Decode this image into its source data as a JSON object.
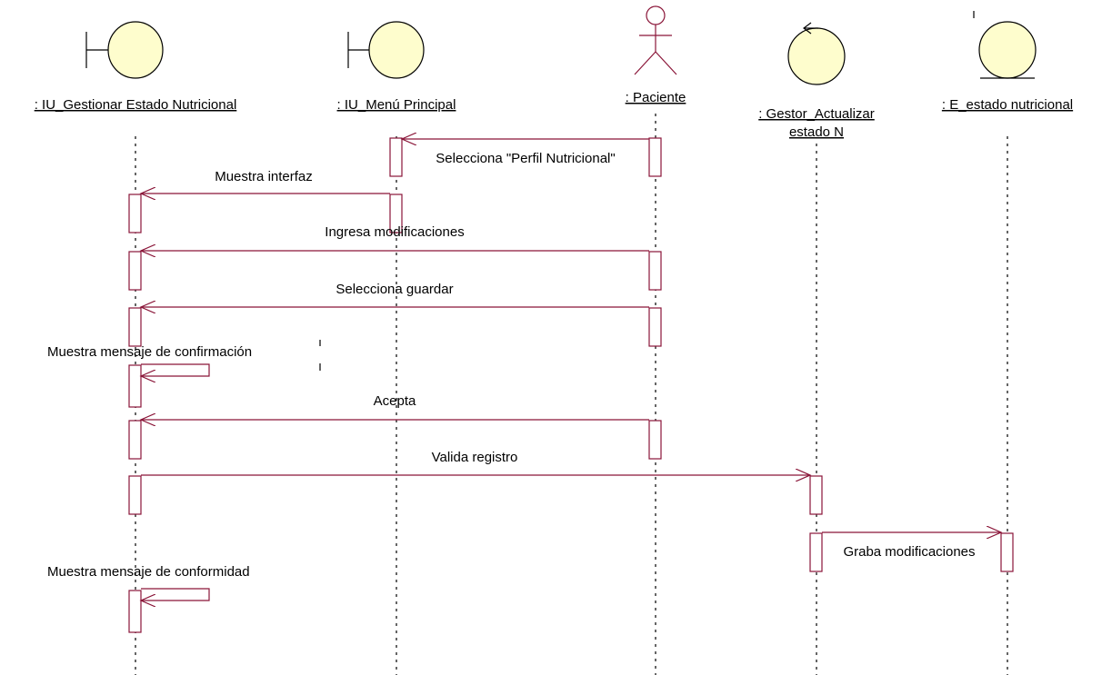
{
  "colors": {
    "object_fill": "#fefdcd",
    "message": "#8a1538",
    "text": "#000000",
    "background": "#ffffff"
  },
  "participants": [
    {
      "kind": "boundary",
      "icon": "boundary-icon",
      "name": ": IU_Gestionar Estado Nutricional"
    },
    {
      "kind": "boundary",
      "icon": "boundary-icon",
      "name": ": IU_Menú Principal"
    },
    {
      "kind": "actor",
      "icon": "actor-icon",
      "name": ": Paciente"
    },
    {
      "kind": "control",
      "icon": "control-icon",
      "name_lines": [
        ": Gestor_Actualizar",
        "estado N"
      ]
    },
    {
      "kind": "entity",
      "icon": "entity-icon",
      "name": ": E_estado nutricional"
    }
  ],
  "messages": [
    {
      "from": 2,
      "to": 1,
      "label": "Selecciona \"Perfil Nutricional\""
    },
    {
      "from": 1,
      "to": 0,
      "label": "Muestra interfaz"
    },
    {
      "from": 2,
      "to": 0,
      "label": "Ingresa modificaciones"
    },
    {
      "from": 2,
      "to": 0,
      "label": "Selecciona guardar"
    },
    {
      "from": 0,
      "to": 0,
      "label": "Muestra mensaje de confirmación",
      "self": true
    },
    {
      "from": 2,
      "to": 0,
      "label": "Acepta"
    },
    {
      "from": 0,
      "to": 3,
      "label": "Valida registro"
    },
    {
      "from": 3,
      "to": 4,
      "label": "Graba modificaciones"
    },
    {
      "from": 0,
      "to": 0,
      "label": "Muestra mensaje de conformidad",
      "self": true
    }
  ]
}
